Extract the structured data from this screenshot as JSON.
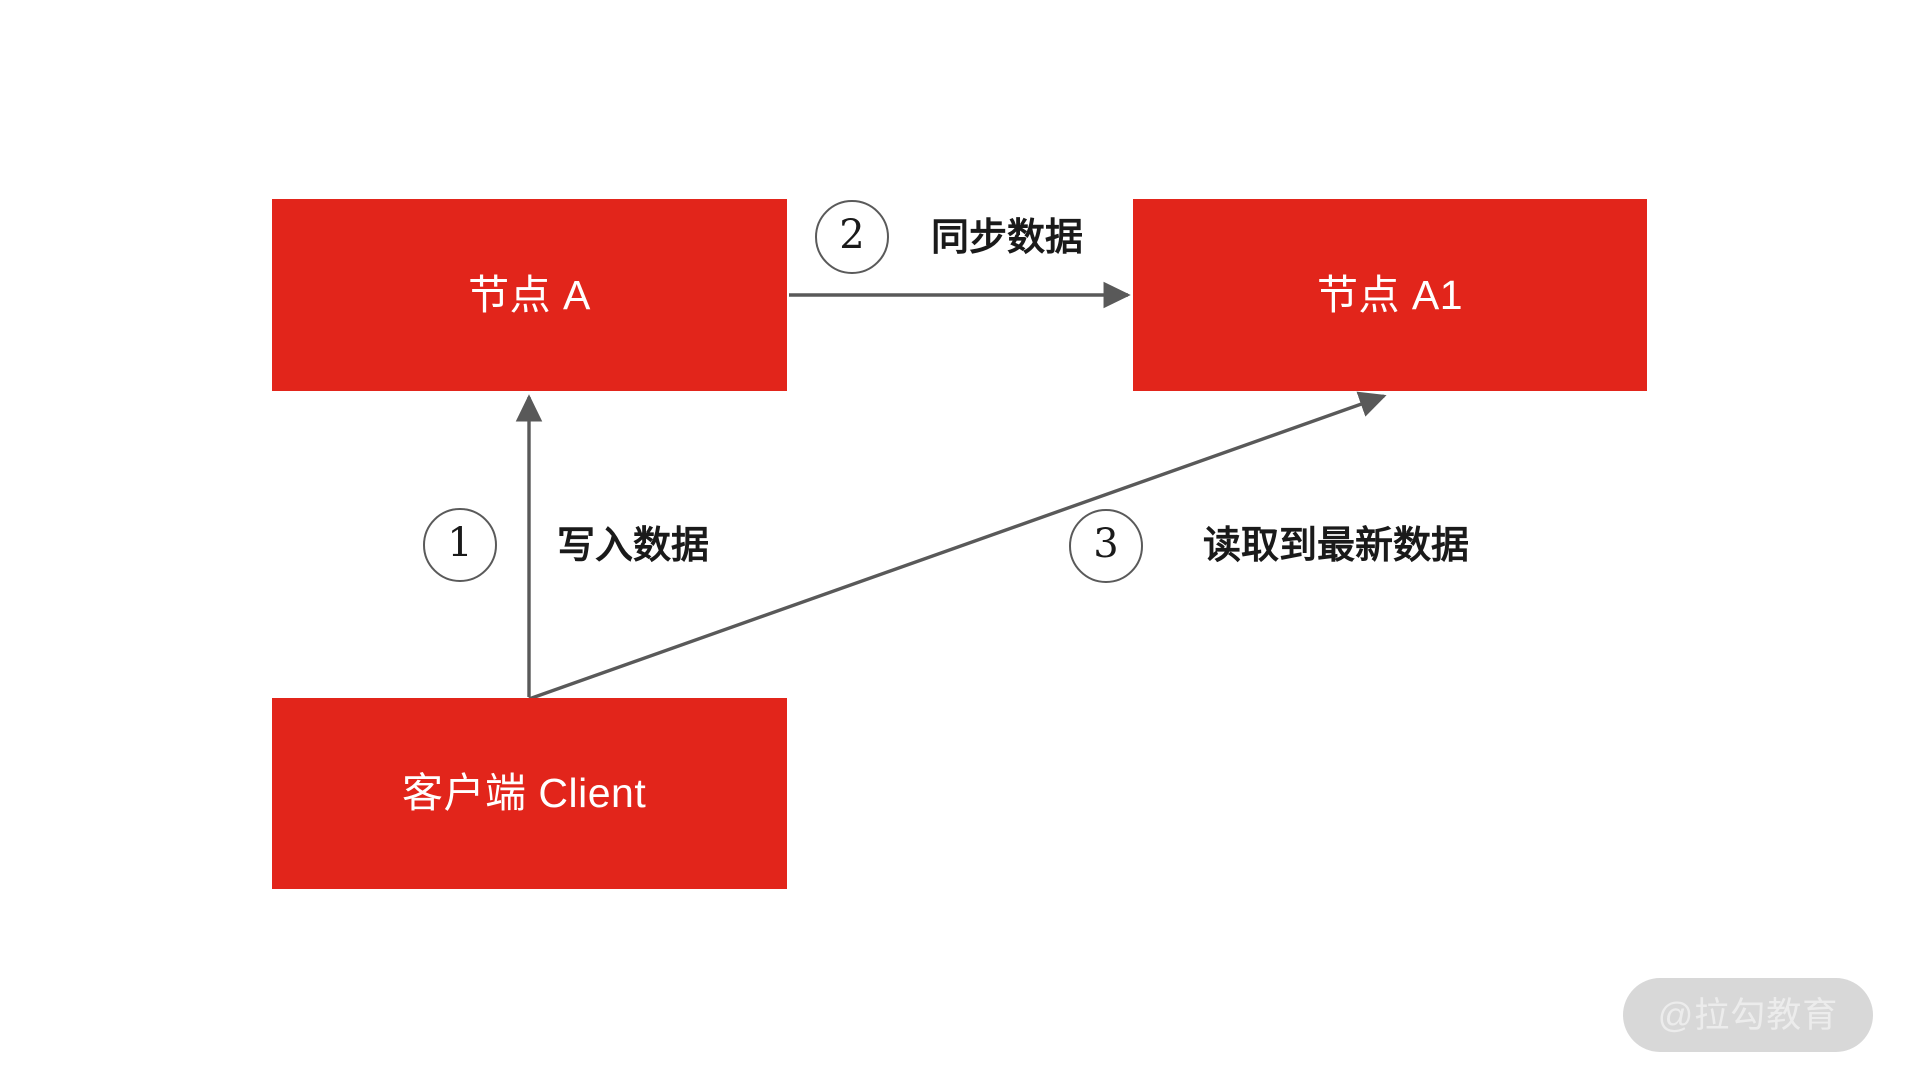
{
  "diagram": {
    "title": "",
    "colors": {
      "node_fill": "#e2251b",
      "node_text": "#ffffff",
      "arrow": "#595959",
      "circle_stroke": "#5a5a5a",
      "label_text": "#1a1a1a",
      "background": "#ffffff",
      "watermark_bg": "#d8d8d8",
      "watermark_text": "#ececec"
    },
    "nodes": [
      {
        "id": "node-a",
        "label": "节点 A"
      },
      {
        "id": "node-a1",
        "label": "节点 A1"
      },
      {
        "id": "node-client",
        "label": "客户端 Client"
      }
    ],
    "steps": [
      {
        "number": "1",
        "label": "写入数据",
        "from": "node-client",
        "to": "node-a"
      },
      {
        "number": "2",
        "label": "同步数据",
        "from": "node-a",
        "to": "node-a1"
      },
      {
        "number": "3",
        "label": "读取到最新数据",
        "from": "node-client",
        "to": "node-a1"
      }
    ]
  },
  "watermark": {
    "text": "@拉勾教育"
  }
}
